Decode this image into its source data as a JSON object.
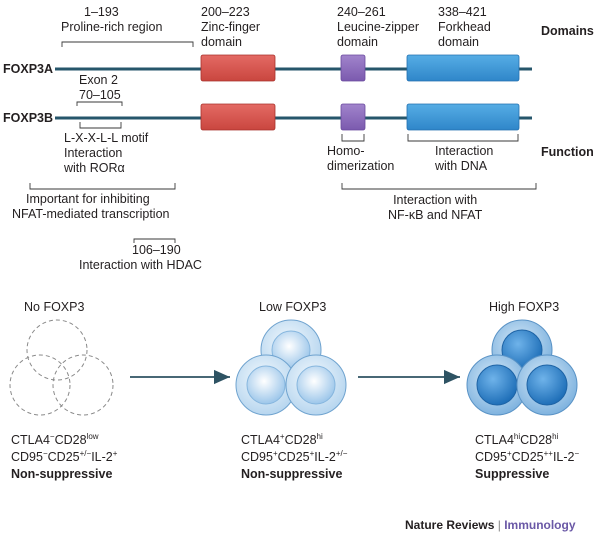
{
  "domains": {
    "heading": "Domains",
    "proline": [
      "1–193",
      "Proline-rich region"
    ],
    "zinc": [
      "200–223",
      "Zinc-finger",
      "domain"
    ],
    "leucine": [
      "240–261",
      "Leucine-zipper",
      "domain"
    ],
    "forkhead": [
      "338–421",
      "Forkhead",
      "domain"
    ]
  },
  "isoforms": {
    "a": "FOXP3A",
    "b": "FOXP3B"
  },
  "function": {
    "heading": "Function",
    "exon": [
      "Exon 2",
      "70–105"
    ],
    "motif": [
      "L-X-X-L-L motif",
      "Interaction",
      "with RORα"
    ],
    "nfat_inhibit": [
      "Important for inhibiting",
      "NFAT-mediated transcription"
    ],
    "hdac": [
      "106–190",
      "Interaction with HDAC"
    ],
    "dimer": [
      "Homo-",
      "dimerization"
    ],
    "dna": [
      "Interaction",
      "with DNA"
    ],
    "nfkb": [
      "Interaction with",
      "NF-κB and NFAT"
    ]
  },
  "cells": [
    {
      "title": "No FOXP3",
      "line1_parts": [
        "CTLA4",
        "−",
        "CD28",
        "low"
      ],
      "line2_parts": [
        "CD95",
        "−",
        "CD25",
        "+/−",
        "IL-2",
        "+"
      ],
      "outcome": "Non-suppressive"
    },
    {
      "title": "Low FOXP3",
      "line1_parts": [
        "CTLA4",
        "+",
        "CD28",
        "hi"
      ],
      "line2_parts": [
        "CD95",
        "+",
        "CD25",
        "+",
        "IL-2",
        "+/−"
      ],
      "outcome": "Non-suppressive"
    },
    {
      "title": "High FOXP3",
      "line1_parts": [
        "CTLA4",
        "hi",
        "CD28",
        "hi"
      ],
      "line2_parts": [
        "CD95",
        "+",
        "CD25",
        "++",
        "IL-2",
        "−"
      ],
      "outcome": "Suppressive"
    }
  ],
  "footer": {
    "journal": "Nature Reviews",
    "separator": "|",
    "section": "Immunology"
  },
  "colors": {
    "zinc": "#d9534f",
    "leucine": "#8e6bbf",
    "forkhead": "#3e9ad9",
    "line": "#26566b",
    "cell_mid": "#bcd9f0",
    "cell_high": "#3e8fd2",
    "immunology": "#6a58a6"
  }
}
